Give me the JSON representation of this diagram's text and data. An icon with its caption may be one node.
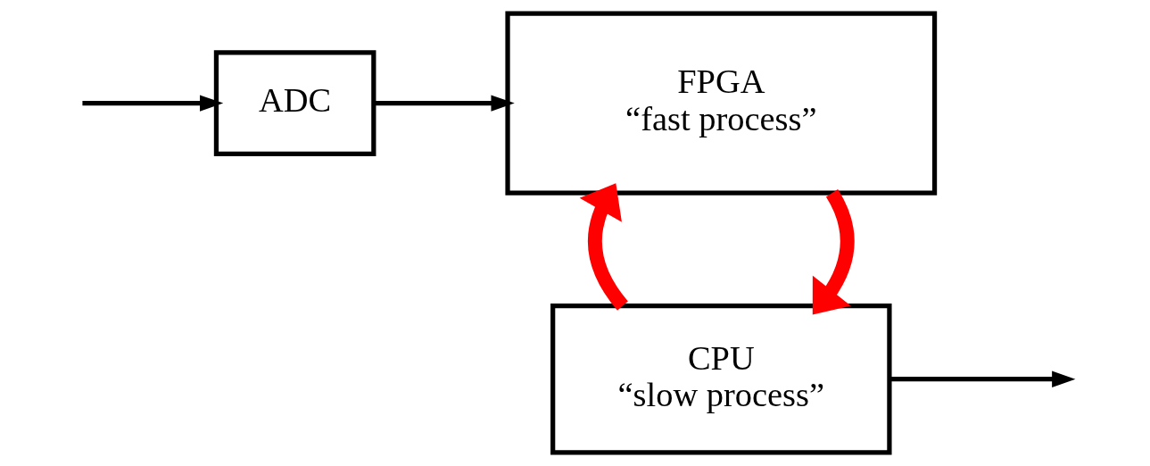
{
  "diagram": {
    "nodes": [
      {
        "text": [
          "ADC"
        ]
      },
      {
        "text": [
          "FPGA",
          "“fast process”"
        ]
      },
      {
        "text": [
          "CPU",
          "“slow process”"
        ]
      }
    ],
    "edges": [
      {
        "from": null,
        "to": 0,
        "arrow": "to"
      },
      {
        "from": 0,
        "to": 1,
        "arrow": "to"
      },
      {
        "from": 1,
        "to": 2,
        "arrow": "to",
        "style": "thick",
        "color": "#ff0000"
      },
      {
        "from": 2,
        "to": 1,
        "arrow": "to",
        "style": "thick",
        "color": "#ff0000"
      },
      {
        "from": 2,
        "to": null,
        "arrow": "to"
      }
    ]
  }
}
